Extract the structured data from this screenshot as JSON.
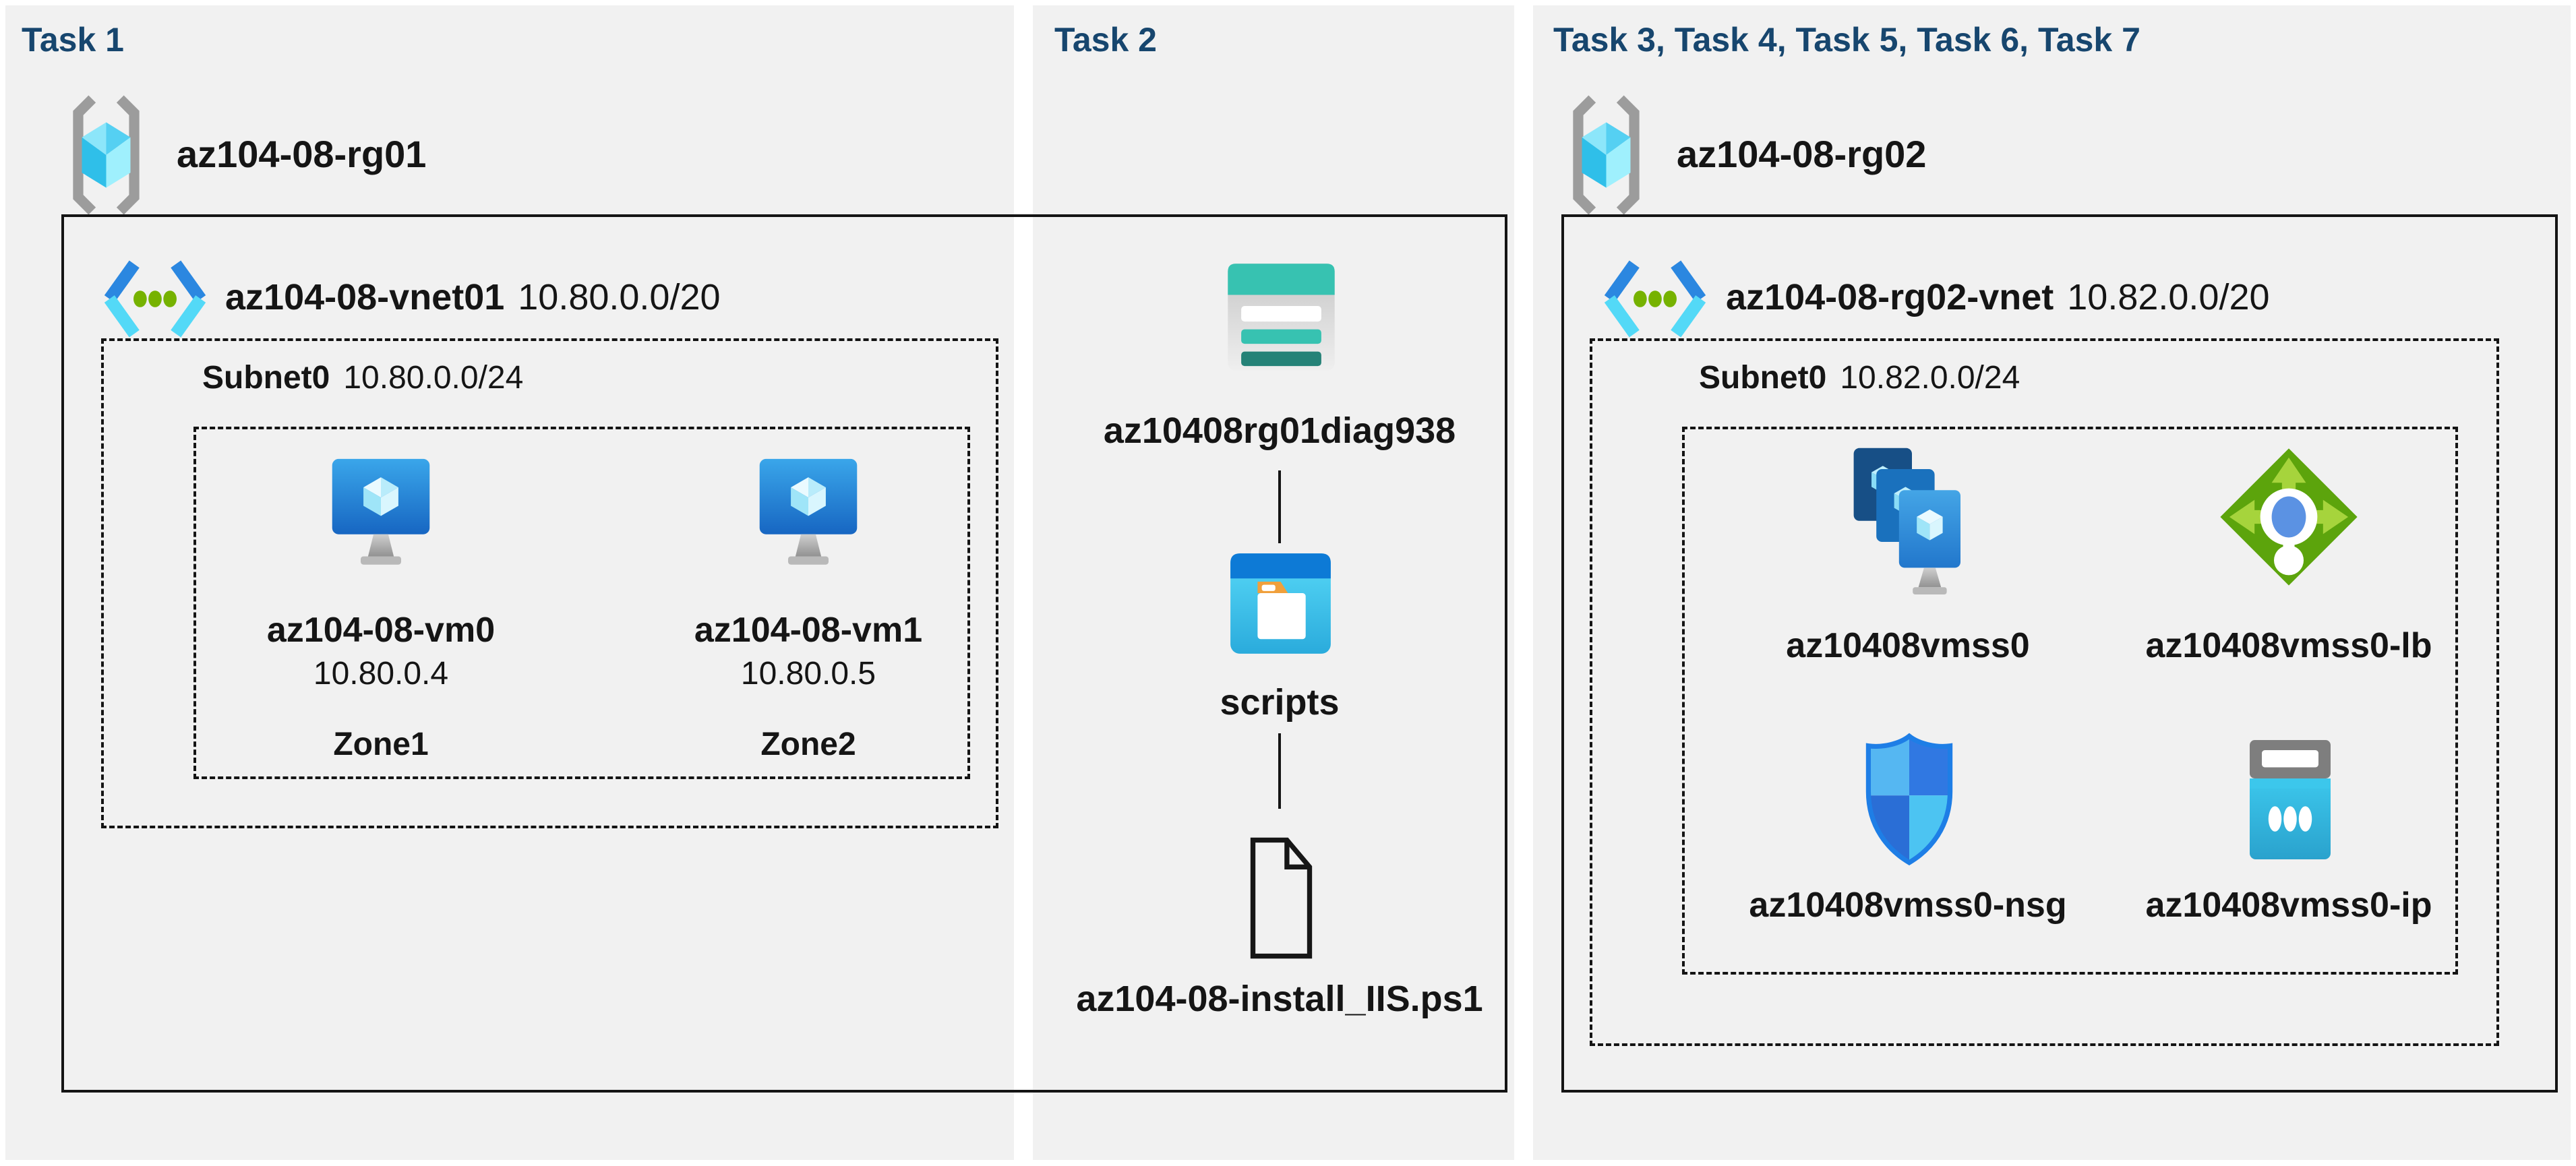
{
  "task1": {
    "header": "Task 1",
    "resource_group": "az104-08-rg01",
    "vnet_name": "az104-08-vnet01",
    "vnet_cidr": "10.80.0.0/20",
    "subnet_name": "Subnet0",
    "subnet_cidr": "10.80.0.0/24",
    "vms": [
      {
        "name": "az104-08-vm0",
        "ip": "10.80.0.4",
        "zone": "Zone1"
      },
      {
        "name": "az104-08-vm1",
        "ip": "10.80.0.5",
        "zone": "Zone2"
      }
    ]
  },
  "task2": {
    "header": "Task 2",
    "storage_account": "az10408rg01diag938",
    "container": "scripts",
    "script_file": "az104-08-install_IIS.ps1"
  },
  "task3": {
    "header": "Task 3, Task 4, Task 5, Task 6, Task 7",
    "resource_group": "az104-08-rg02",
    "vnet_name": "az104-08-rg02-vnet",
    "vnet_cidr": "10.82.0.0/20",
    "subnet_name": "Subnet0",
    "subnet_cidr": "10.82.0.0/24",
    "resources": [
      {
        "name": "az10408vmss0",
        "type": "vm-scale-set"
      },
      {
        "name": "az10408vmss0-lb",
        "type": "load-balancer"
      },
      {
        "name": "az10408vmss0-nsg",
        "type": "network-security-group"
      },
      {
        "name": "az10408vmss0-ip",
        "type": "public-ip"
      }
    ]
  },
  "colors": {
    "background": "#ffffff",
    "panel": "#f1f1f1",
    "header_text": "#17466e",
    "label_text": "#151515",
    "outline_black": "#141414",
    "azure_blue": "#2b87e0",
    "azure_cyan": "#53d9f7",
    "vnet_dot_green": "#76b200",
    "storage_teal": "#37c2b1",
    "storage_teal_dark": "#258277",
    "folder_orange": "#f0a03c",
    "lb_green": "#5ca40c",
    "lb_arrow_green": "#a6d43c",
    "lb_dot_blue": "#5b92e3",
    "bracket_gray": "#9c9c9c"
  }
}
